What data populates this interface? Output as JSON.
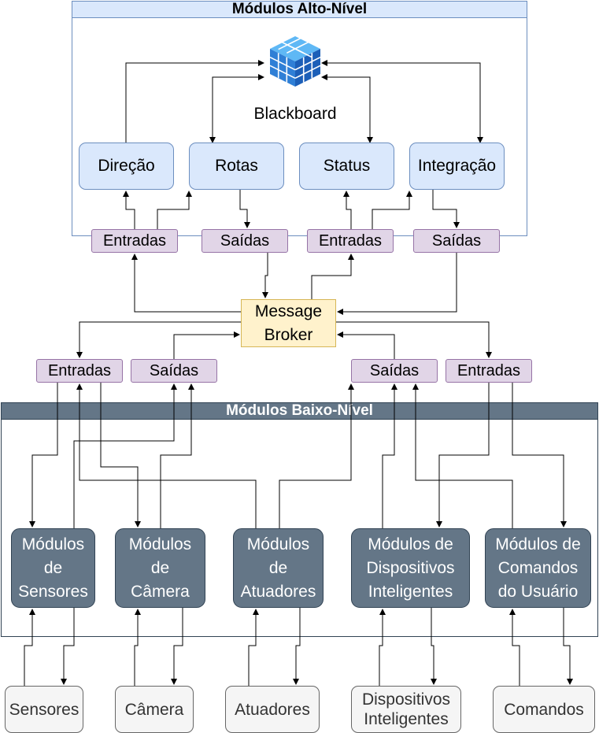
{
  "top_frame": {
    "title": "Módulos Alto-Nível"
  },
  "blackboard": {
    "label": "Blackboard",
    "icon": "cube-grid-icon"
  },
  "high_level_modules": [
    "Direção",
    "Rotas",
    "Status",
    "Integração"
  ],
  "top_ports": [
    "Entradas",
    "Saídas",
    "Entradas",
    "Saídas"
  ],
  "broker": {
    "line1": "Message",
    "line2": "Broker"
  },
  "bottom_ports": [
    "Entradas",
    "Saídas",
    "Saídas",
    "Entradas"
  ],
  "bottom_frame": {
    "title": "Módulos Baixo-Nível"
  },
  "low_level_modules": [
    {
      "line1": "Módulos",
      "line2": "de",
      "line3": "Sensores"
    },
    {
      "line1": "Módulos",
      "line2": "de",
      "line3": "Câmera"
    },
    {
      "line1": "Módulos",
      "line2": "de",
      "line3": "Atuadores"
    },
    {
      "line1": "Módulos de",
      "line2": "Dispositivos",
      "line3": "Inteligentes"
    },
    {
      "line1": "Módulos de",
      "line2": "Comandos",
      "line3": "do Usuário"
    }
  ],
  "devices": [
    {
      "line1": "Sensores"
    },
    {
      "line1": "Câmera"
    },
    {
      "line1": "Atuadores"
    },
    {
      "line1": "Dispositivos",
      "line2": "Inteligentes"
    },
    {
      "line1": "Comandos"
    }
  ],
  "colors": {
    "high_level_fill": "#dae8fc",
    "port_fill": "#e1d5e7",
    "broker_fill": "#fff2cc",
    "low_level_fill": "#647687",
    "device_fill": "#f5f5f5"
  }
}
